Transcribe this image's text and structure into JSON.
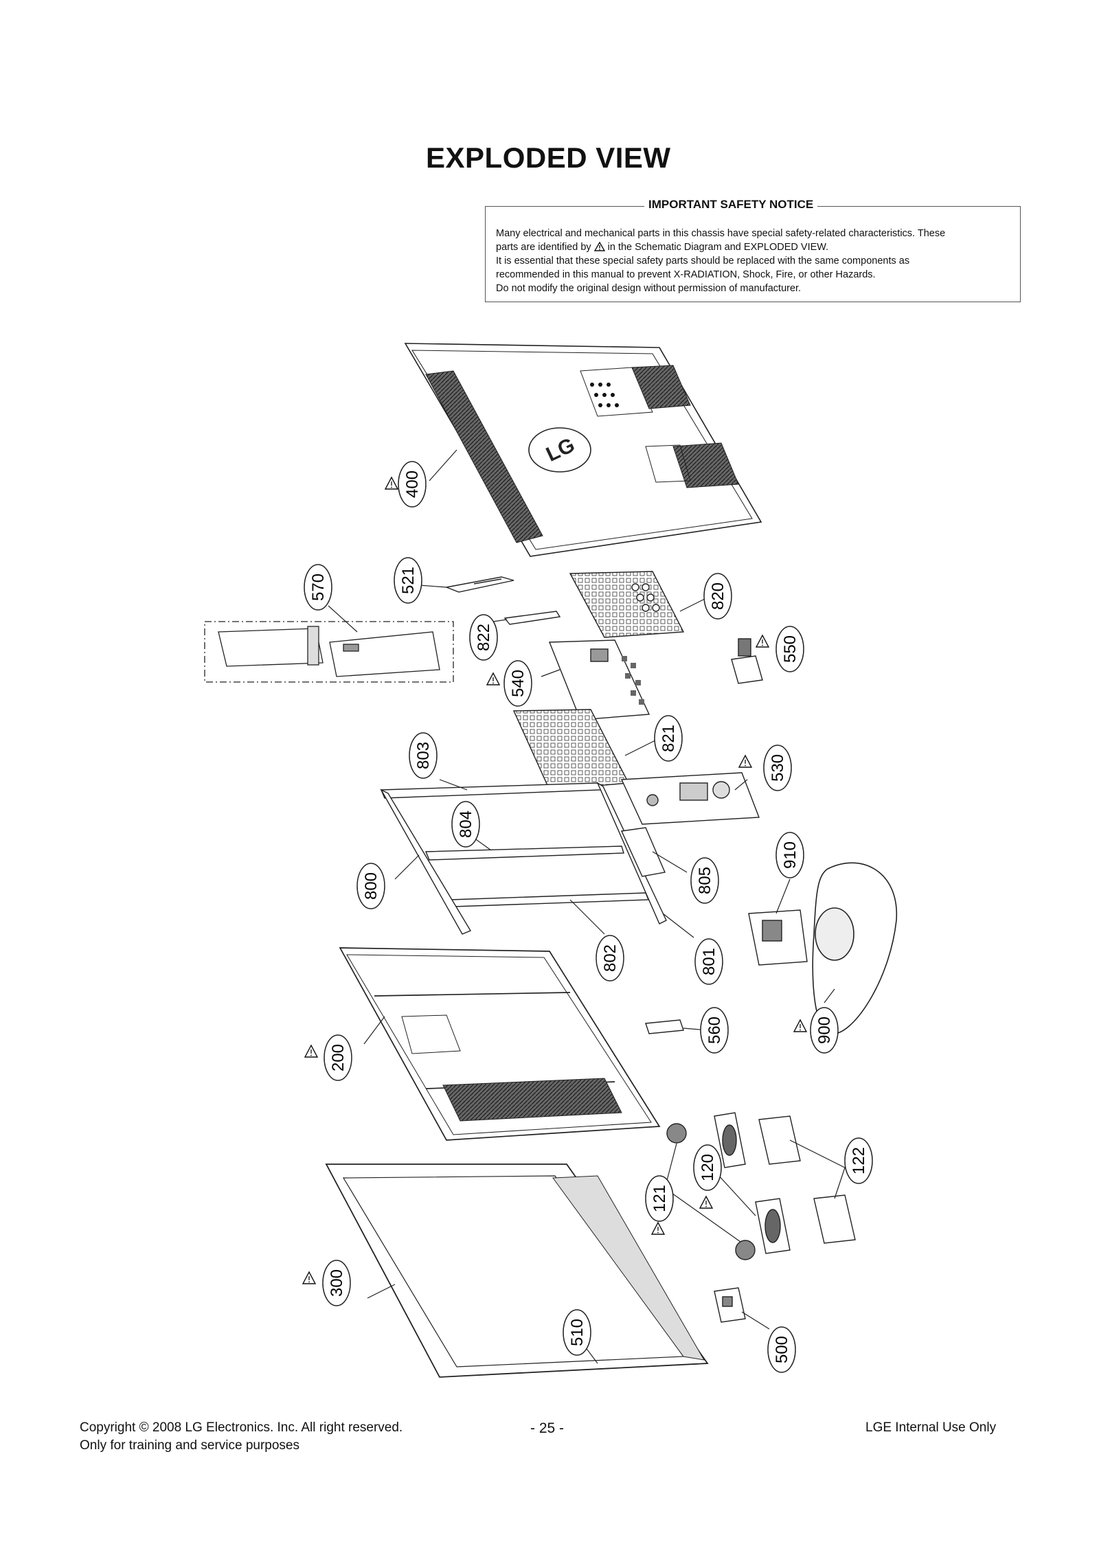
{
  "title": "EXPLODED VIEW",
  "notice": {
    "heading": "IMPORTANT SAFETY NOTICE",
    "line1": "Many electrical and mechanical parts in this chassis have special safety-related characteristics. These",
    "line2_before": "parts are identified by",
    "line2_after": "in the Schematic Diagram and EXPLODED VIEW.",
    "line3": "It is essential that these special safety parts should be replaced with the same components as",
    "line4": "recommended in this manual to prevent X-RADIATION, Shock, Fire, or other Hazards.",
    "line5": "Do not modify the original design without permission of manufacturer."
  },
  "logo_text": "LG",
  "parts": {
    "p400": "400",
    "p521": "521",
    "p570": "570",
    "p822": "822",
    "p820": "820",
    "p550": "550",
    "p540": "540",
    "p821": "821",
    "p530": "530",
    "p803": "803",
    "p804": "804",
    "p800": "800",
    "p805": "805",
    "p910": "910",
    "p802": "802",
    "p801": "801",
    "p200": "200",
    "p560": "560",
    "p900": "900",
    "p122": "122",
    "p120": "120",
    "p121": "121",
    "p300": "300",
    "p510": "510",
    "p500": "500"
  },
  "footer": {
    "copyright": "Copyright © 2008 LG Electronics. Inc. All right reserved.",
    "purpose": "Only for training and service purposes",
    "page": "- 25 -",
    "internal": "LGE Internal Use Only"
  }
}
